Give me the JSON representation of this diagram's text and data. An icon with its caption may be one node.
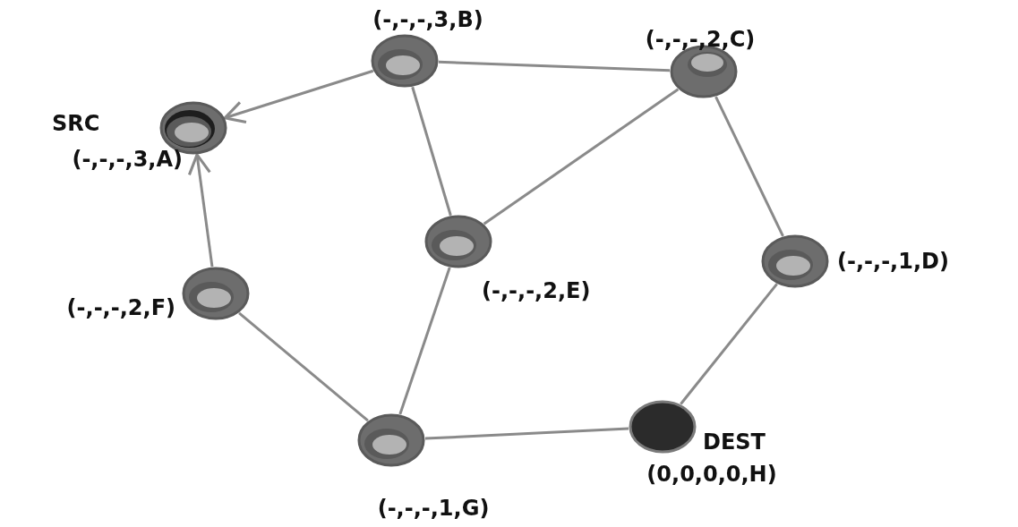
{
  "diagram": {
    "nodes": [
      {
        "text": [],
        "shape": "circle",
        "beside": [
          "SRC",
          "(-,-,-,3,A)"
        ]
      },
      {
        "text": [],
        "shape": "circle",
        "beside": [
          "(-,-,-,3,B)"
        ]
      },
      {
        "text": [],
        "shape": "circle",
        "beside": [
          "(-,-,-,2,C)"
        ]
      },
      {
        "text": [],
        "shape": "circle",
        "beside": [
          "(-,-,-,1,D)"
        ]
      },
      {
        "text": [],
        "shape": "circle",
        "beside": [
          "(-,-,-,2,E)"
        ]
      },
      {
        "text": [],
        "shape": "circle",
        "beside": [
          "(-,-,-,2,F)"
        ]
      },
      {
        "text": [],
        "shape": "circle",
        "beside": [
          "(-,-,-,1,G)"
        ]
      },
      {
        "text": [],
        "shape": "circle",
        "beside": [
          "DEST",
          "(0,0,0,0,H)"
        ]
      }
    ],
    "edges": [
      {
        "from": 1,
        "to": 0,
        "arrow": "to"
      },
      {
        "from": 5,
        "to": 0,
        "arrow": "to"
      },
      {
        "from": 1,
        "to": 2,
        "arrow": "none"
      },
      {
        "from": 1,
        "to": 4,
        "arrow": "none"
      },
      {
        "from": 2,
        "to": 4,
        "arrow": "none"
      },
      {
        "from": 2,
        "to": 3,
        "arrow": "none"
      },
      {
        "from": 4,
        "to": 6,
        "arrow": "none"
      },
      {
        "from": 5,
        "to": 6,
        "arrow": "none"
      },
      {
        "from": 6,
        "to": 7,
        "arrow": "none"
      },
      {
        "from": 3,
        "to": 7,
        "arrow": "none"
      }
    ]
  }
}
